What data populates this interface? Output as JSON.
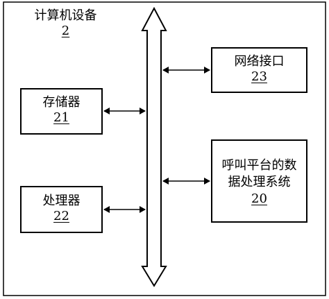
{
  "device": {
    "title": "计算机设备",
    "number": "2"
  },
  "memory": {
    "label": "存储器",
    "number": "21"
  },
  "processor": {
    "label": "处理器",
    "number": "22"
  },
  "network": {
    "label": "网络接口",
    "number": "23"
  },
  "system": {
    "line1": "呼叫平台的数",
    "line2": "据处理系统",
    "number": "20"
  }
}
